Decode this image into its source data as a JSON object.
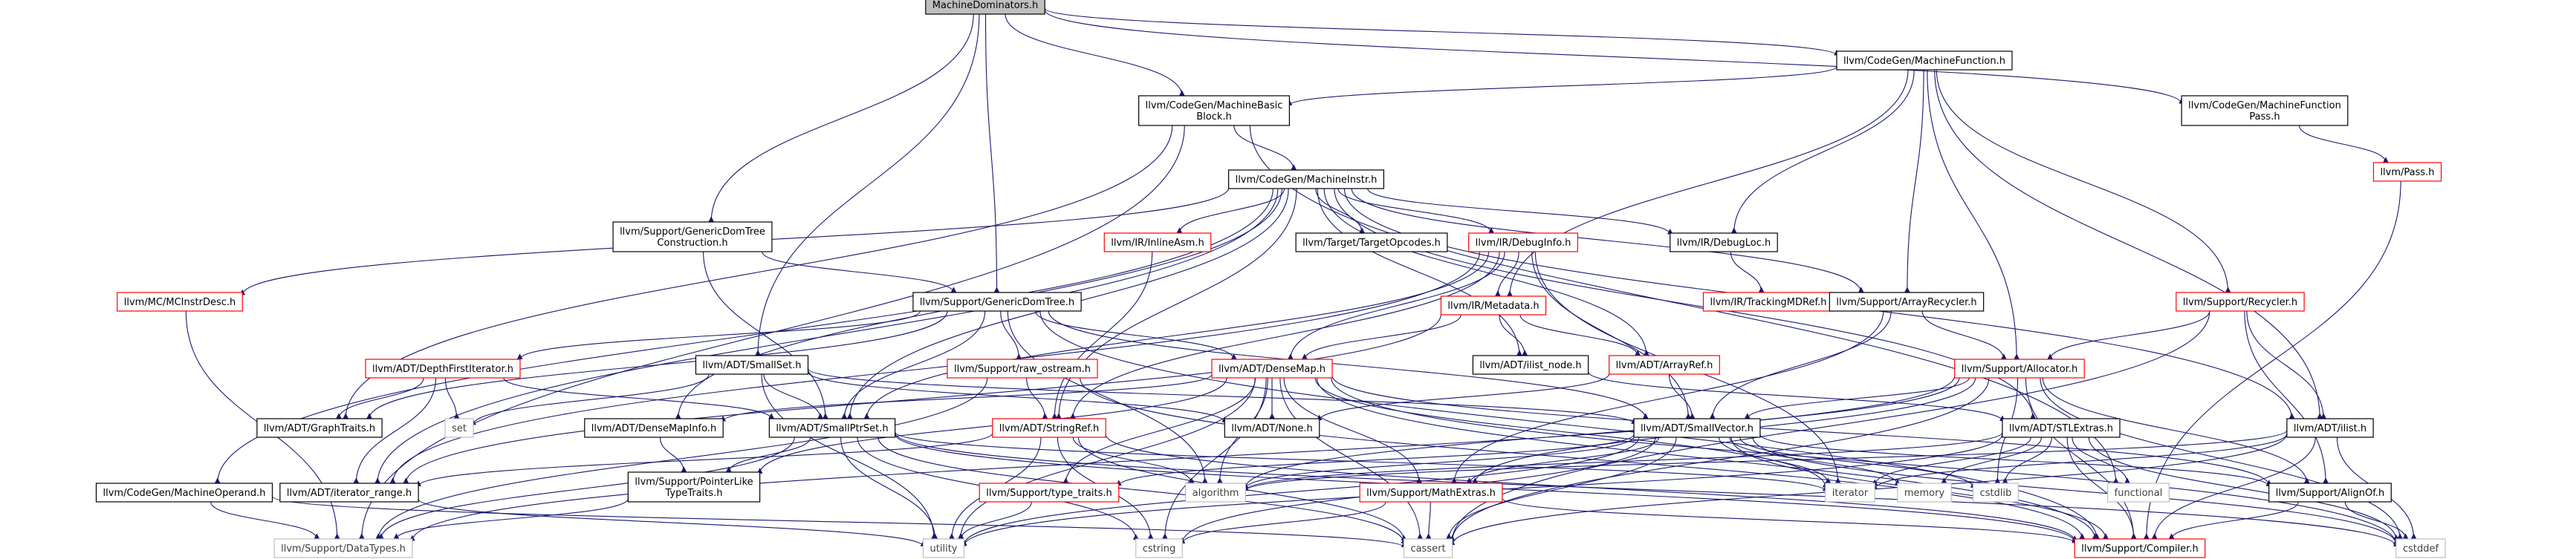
{
  "colors": {
    "edge": "#191970",
    "root_fill": "#bfbfbf",
    "border_black": "#000000",
    "border_red": "#ff0000",
    "border_gray": "#bfbfbf",
    "text_black": "#000000",
    "text_gray": "#404040"
  },
  "nodes": [
    {
      "id": "root",
      "lines": [
        "MachineDominators.h"
      ],
      "kind": "root"
    },
    {
      "id": "mfunc",
      "lines": [
        "llvm/CodeGen/MachineFunction.h"
      ],
      "kind": "black"
    },
    {
      "id": "mbb",
      "lines": [
        "llvm/CodeGen/MachineBasic",
        "Block.h"
      ],
      "kind": "black"
    },
    {
      "id": "mfpass",
      "lines": [
        "llvm/CodeGen/MachineFunction",
        "Pass.h"
      ],
      "kind": "black"
    },
    {
      "id": "pass",
      "lines": [
        "llvm/Pass.h"
      ],
      "kind": "red"
    },
    {
      "id": "minstr",
      "lines": [
        "llvm/CodeGen/MachineInstr.h"
      ],
      "kind": "black"
    },
    {
      "id": "gdtc",
      "lines": [
        "llvm/Support/GenericDomTree",
        "Construction.h"
      ],
      "kind": "black"
    },
    {
      "id": "mcid",
      "lines": [
        "llvm/MC/MCInstrDesc.h"
      ],
      "kind": "red"
    },
    {
      "id": "inlineasm",
      "lines": [
        "llvm/IR/InlineAsm.h"
      ],
      "kind": "red"
    },
    {
      "id": "targetop",
      "lines": [
        "llvm/Target/TargetOpcodes.h"
      ],
      "kind": "black"
    },
    {
      "id": "debuginfo",
      "lines": [
        "llvm/IR/DebugInfo.h"
      ],
      "kind": "red"
    },
    {
      "id": "debugloc",
      "lines": [
        "llvm/IR/DebugLoc.h"
      ],
      "kind": "black"
    },
    {
      "id": "trackmd",
      "lines": [
        "llvm/IR/TrackingMDRef.h"
      ],
      "kind": "red"
    },
    {
      "id": "recycler",
      "lines": [
        "llvm/Support/Recycler.h"
      ],
      "kind": "red"
    },
    {
      "id": "gdt",
      "lines": [
        "llvm/Support/GenericDomTree.h"
      ],
      "kind": "black"
    },
    {
      "id": "metadata",
      "lines": [
        "llvm/IR/Metadata.h"
      ],
      "kind": "red"
    },
    {
      "id": "arrrec",
      "lines": [
        "llvm/Support/ArrayRecycler.h"
      ],
      "kind": "black"
    },
    {
      "id": "dfi",
      "lines": [
        "llvm/ADT/DepthFirstIterator.h"
      ],
      "kind": "red"
    },
    {
      "id": "rawos",
      "lines": [
        "llvm/Support/raw_ostream.h"
      ],
      "kind": "red"
    },
    {
      "id": "densemap",
      "lines": [
        "llvm/ADT/DenseMap.h"
      ],
      "kind": "red"
    },
    {
      "id": "smallset",
      "lines": [
        "llvm/ADT/SmallSet.h"
      ],
      "kind": "black"
    },
    {
      "id": "ilistnode",
      "lines": [
        "llvm/ADT/ilist_node.h"
      ],
      "kind": "black"
    },
    {
      "id": "arrayref",
      "lines": [
        "llvm/ADT/ArrayRef.h"
      ],
      "kind": "red"
    },
    {
      "id": "allocator",
      "lines": [
        "llvm/Support/Allocator.h"
      ],
      "kind": "red"
    },
    {
      "id": "set",
      "lines": [
        "set"
      ],
      "kind": "gray"
    },
    {
      "id": "graphtraits",
      "lines": [
        "llvm/ADT/GraphTraits.h"
      ],
      "kind": "black"
    },
    {
      "id": "densemapinfo",
      "lines": [
        "llvm/ADT/DenseMapInfo.h"
      ],
      "kind": "black"
    },
    {
      "id": "smallptrset",
      "lines": [
        "llvm/ADT/SmallPtrSet.h"
      ],
      "kind": "black"
    },
    {
      "id": "stringref",
      "lines": [
        "llvm/ADT/StringRef.h"
      ],
      "kind": "red"
    },
    {
      "id": "none",
      "lines": [
        "llvm/ADT/None.h"
      ],
      "kind": "black"
    },
    {
      "id": "smallvector",
      "lines": [
        "llvm/ADT/SmallVector.h"
      ],
      "kind": "black"
    },
    {
      "id": "stlextras",
      "lines": [
        "llvm/ADT/STLExtras.h"
      ],
      "kind": "black"
    },
    {
      "id": "ilist",
      "lines": [
        "llvm/ADT/ilist.h"
      ],
      "kind": "black"
    },
    {
      "id": "moperand",
      "lines": [
        "llvm/CodeGen/MachineOperand.h"
      ],
      "kind": "black"
    },
    {
      "id": "iterrange",
      "lines": [
        "llvm/ADT/iterator_range.h"
      ],
      "kind": "black"
    },
    {
      "id": "pointerlike",
      "lines": [
        "llvm/Support/PointerLike",
        "TypeTraits.h"
      ],
      "kind": "black"
    },
    {
      "id": "typetraits",
      "lines": [
        "llvm/Support/type_traits.h"
      ],
      "kind": "red"
    },
    {
      "id": "mathextras",
      "lines": [
        "llvm/Support/MathExtras.h"
      ],
      "kind": "red"
    },
    {
      "id": "algorithm",
      "lines": [
        "algorithm"
      ],
      "kind": "gray"
    },
    {
      "id": "iterator",
      "lines": [
        "iterator"
      ],
      "kind": "gray"
    },
    {
      "id": "memory",
      "lines": [
        "memory"
      ],
      "kind": "gray"
    },
    {
      "id": "cstdlib",
      "lines": [
        "cstdlib"
      ],
      "kind": "gray"
    },
    {
      "id": "functional",
      "lines": [
        "functional"
      ],
      "kind": "gray"
    },
    {
      "id": "alignof",
      "lines": [
        "llvm/Support/AlignOf.h"
      ],
      "kind": "black"
    },
    {
      "id": "datatypes",
      "lines": [
        "llvm/Support/DataTypes.h"
      ],
      "kind": "gray"
    },
    {
      "id": "utility",
      "lines": [
        "utility"
      ],
      "kind": "gray"
    },
    {
      "id": "cstring",
      "lines": [
        "cstring"
      ],
      "kind": "gray"
    },
    {
      "id": "cassert",
      "lines": [
        "cassert"
      ],
      "kind": "gray"
    },
    {
      "id": "compiler",
      "lines": [
        "llvm/Support/Compiler.h"
      ],
      "kind": "red"
    },
    {
      "id": "cstddef",
      "lines": [
        "cstddef"
      ],
      "kind": "gray"
    }
  ],
  "edges": [
    [
      "root",
      "mfunc"
    ],
    [
      "root",
      "mbb"
    ],
    [
      "root",
      "gdtc"
    ],
    [
      "root",
      "gdt"
    ],
    [
      "root",
      "smallset"
    ],
    [
      "root",
      "mfpass"
    ],
    [
      "mfunc",
      "mbb"
    ],
    [
      "mfunc",
      "debugloc"
    ],
    [
      "mfunc",
      "metadata"
    ],
    [
      "mfunc",
      "arrrec"
    ],
    [
      "mfunc",
      "recycler"
    ],
    [
      "mfunc",
      "allocator"
    ],
    [
      "mfunc",
      "ilist"
    ],
    [
      "mfpass",
      "pass"
    ],
    [
      "pass",
      "compiler"
    ],
    [
      "mbb",
      "minstr"
    ],
    [
      "mbb",
      "graphtraits"
    ],
    [
      "mbb",
      "datatypes"
    ],
    [
      "mbb",
      "functional"
    ],
    [
      "minstr",
      "mcid"
    ],
    [
      "minstr",
      "moperand"
    ],
    [
      "minstr",
      "inlineasm"
    ],
    [
      "minstr",
      "targetop"
    ],
    [
      "minstr",
      "debuginfo"
    ],
    [
      "minstr",
      "debugloc"
    ],
    [
      "minstr",
      "arrrec"
    ],
    [
      "minstr",
      "densemapinfo"
    ],
    [
      "minstr",
      "iterrange"
    ],
    [
      "minstr",
      "stringref"
    ],
    [
      "minstr",
      "ilistnode"
    ],
    [
      "minstr",
      "arrayref"
    ],
    [
      "minstr",
      "stlextras"
    ],
    [
      "minstr",
      "ilist"
    ],
    [
      "minstr",
      "smallptrset"
    ],
    [
      "gdtc",
      "gdt"
    ],
    [
      "gdtc",
      "smallptrset"
    ],
    [
      "gdt",
      "dfi"
    ],
    [
      "gdt",
      "rawos"
    ],
    [
      "gdt",
      "densemap"
    ],
    [
      "gdt",
      "graphtraits"
    ],
    [
      "gdt",
      "smallptrset"
    ],
    [
      "gdt",
      "smallvector"
    ],
    [
      "gdt",
      "algorithm"
    ],
    [
      "gdt",
      "compiler"
    ],
    [
      "mcid",
      "datatypes"
    ],
    [
      "inlineasm",
      "stringref"
    ],
    [
      "debuginfo",
      "metadata"
    ],
    [
      "debuginfo",
      "densemap"
    ],
    [
      "debuginfo",
      "smallptrset"
    ],
    [
      "debuginfo",
      "smallvector"
    ],
    [
      "debuginfo",
      "stringref"
    ],
    [
      "debuginfo",
      "iterrange"
    ],
    [
      "debuginfo",
      "iterator"
    ],
    [
      "debugloc",
      "trackmd"
    ],
    [
      "metadata",
      "densemap"
    ],
    [
      "metadata",
      "arrayref"
    ],
    [
      "metadata",
      "ilistnode"
    ],
    [
      "metadata",
      "iterrange"
    ],
    [
      "arrrec",
      "allocator"
    ],
    [
      "arrrec",
      "smallvector"
    ],
    [
      "arrrec",
      "mathextras"
    ],
    [
      "recycler",
      "allocator"
    ],
    [
      "recycler",
      "ilist"
    ],
    [
      "recycler",
      "alignof"
    ],
    [
      "recycler",
      "cassert"
    ],
    [
      "dfi",
      "graphtraits"
    ],
    [
      "dfi",
      "iterrange"
    ],
    [
      "dfi",
      "smallptrset"
    ],
    [
      "dfi",
      "set"
    ],
    [
      "rawos",
      "stringref"
    ],
    [
      "rawos",
      "datatypes"
    ],
    [
      "rawos",
      "compiler"
    ],
    [
      "densemap",
      "densemapinfo"
    ],
    [
      "densemap",
      "pointerlike"
    ],
    [
      "densemap",
      "typetraits"
    ],
    [
      "densemap",
      "mathextras"
    ],
    [
      "densemap",
      "alignof"
    ],
    [
      "densemap",
      "compiler"
    ],
    [
      "densemap",
      "algorithm"
    ],
    [
      "densemap",
      "iterator"
    ],
    [
      "densemap",
      "utility"
    ],
    [
      "densemap",
      "cstring"
    ],
    [
      "densemap",
      "cassert"
    ],
    [
      "densemap",
      "cstddef"
    ],
    [
      "densemap",
      "none"
    ],
    [
      "smallset",
      "smallptrset"
    ],
    [
      "smallset",
      "smallvector"
    ],
    [
      "smallset",
      "none"
    ],
    [
      "smallset",
      "set"
    ],
    [
      "smallset",
      "utility"
    ],
    [
      "ilistnode",
      "stlextras"
    ],
    [
      "arrayref",
      "smallvector"
    ],
    [
      "arrayref",
      "none"
    ],
    [
      "allocator",
      "smallvector"
    ],
    [
      "allocator",
      "alignof"
    ],
    [
      "allocator",
      "mathextras"
    ],
    [
      "allocator",
      "datatypes"
    ],
    [
      "allocator",
      "compiler"
    ],
    [
      "allocator",
      "cassert"
    ],
    [
      "allocator",
      "cstdlib"
    ],
    [
      "allocator",
      "cstddef"
    ],
    [
      "allocator",
      "algorithm"
    ],
    [
      "densemapinfo",
      "pointerlike"
    ],
    [
      "smallptrset",
      "pointerlike"
    ],
    [
      "smallptrset",
      "compiler"
    ],
    [
      "smallptrset",
      "datatypes"
    ],
    [
      "smallptrset",
      "cassert"
    ],
    [
      "smallptrset",
      "cstring"
    ],
    [
      "smallptrset",
      "iterator"
    ],
    [
      "smallptrset",
      "utility"
    ],
    [
      "smallptrset",
      "cstddef"
    ],
    [
      "stringref",
      "iterrange"
    ],
    [
      "stringref",
      "compiler"
    ],
    [
      "stringref",
      "algorithm"
    ],
    [
      "stringref",
      "cstring"
    ],
    [
      "stringref",
      "utility"
    ],
    [
      "stringref",
      "cassert"
    ],
    [
      "smallvector",
      "alignof"
    ],
    [
      "smallvector",
      "compiler"
    ],
    [
      "smallvector",
      "mathextras"
    ],
    [
      "smallvector",
      "typetraits"
    ],
    [
      "smallvector",
      "algorithm"
    ],
    [
      "smallvector",
      "cassert"
    ],
    [
      "smallvector",
      "cstddef"
    ],
    [
      "smallvector",
      "cstdlib"
    ],
    [
      "smallvector",
      "cstring"
    ],
    [
      "smallvector",
      "iterator"
    ],
    [
      "smallvector",
      "memory"
    ],
    [
      "smallvector",
      "utility"
    ],
    [
      "stlextras",
      "compiler"
    ],
    [
      "stlextras",
      "cstddef"
    ],
    [
      "stlextras",
      "cstdlib"
    ],
    [
      "stlextras",
      "functional"
    ],
    [
      "stlextras",
      "iterator"
    ],
    [
      "stlextras",
      "memory"
    ],
    [
      "stlextras",
      "utility"
    ],
    [
      "stlextras",
      "algorithm"
    ],
    [
      "ilist",
      "compiler"
    ],
    [
      "ilist",
      "algorithm"
    ],
    [
      "ilist",
      "cassert"
    ],
    [
      "ilist",
      "cstddef"
    ],
    [
      "ilist",
      "iterator"
    ],
    [
      "moperand",
      "datatypes"
    ],
    [
      "moperand",
      "cassert"
    ],
    [
      "iterrange",
      "utility"
    ],
    [
      "pointerlike",
      "datatypes"
    ],
    [
      "typetraits",
      "utility"
    ],
    [
      "mathextras",
      "compiler"
    ],
    [
      "mathextras",
      "cstring"
    ],
    [
      "mathextras",
      "cassert"
    ],
    [
      "alignof",
      "compiler"
    ],
    [
      "alignof",
      "cstddef"
    ]
  ]
}
